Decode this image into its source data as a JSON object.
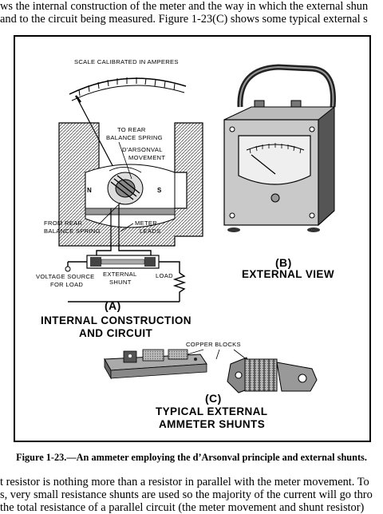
{
  "text_above": [
    "ws the internal construction of the meter and the way in which the external shun",
    "and to the circuit being measured. Figure 1-23(C) shows some typical external s"
  ],
  "figure": {
    "panel_a": {
      "scale_label": "SCALE CALIBRATED IN AMPERES",
      "to_rear_line1": "TO REAR",
      "to_rear_line2": "BALANCE SPRING",
      "movement_line1": "D'ARSONVAL",
      "movement_line2": "MOVEMENT",
      "pole_n": "N",
      "pole_s": "S",
      "from_rear_line1": "FROM REAR",
      "from_rear_line2": "BALANCE SPRING",
      "meter_leads_line1": "METER",
      "meter_leads_line2": "LEADS",
      "external_shunt_line1": "EXTERNAL",
      "external_shunt_line2": "SHUNT",
      "voltage_line1": "VOLTAGE SOURCE",
      "voltage_line2": "FOR LOAD",
      "load": "LOAD",
      "letter": "(A)",
      "title_line1": "INTERNAL CONSTRUCTION",
      "title_line2": "AND CIRCUIT"
    },
    "panel_b": {
      "letter": "(B)",
      "title": "EXTERNAL VIEW"
    },
    "panel_c": {
      "copper_blocks": "COPPER BLOCKS",
      "letter": "(C)",
      "title_line1": "TYPICAL EXTERNAL",
      "title_line2": "AMMETER SHUNTS"
    },
    "caption": "Figure 1-23.—An ammeter employing the d’Arsonval principle and external shunts."
  },
  "text_below": [
    "t resistor is nothing more than a resistor in parallel with the meter movement. To",
    "s, very small resistance shunts are used so the majority of the current will go thro",
    "the total resistance of a parallel circuit (the meter movement and shunt resistor)"
  ]
}
